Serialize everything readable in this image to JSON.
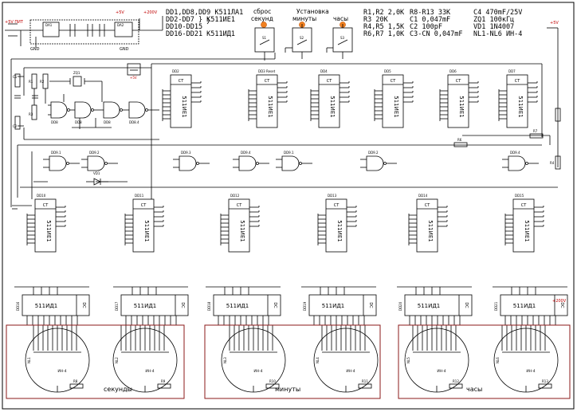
{
  "legend": {
    "left": [
      "DD1,DD8,DD9 К511ЛА1",
      "DD2-DD7  } К511ИЕ1",
      "DD10-DD15",
      "DD16-DD21 К511ИД1"
    ],
    "right_col1": [
      "R1,R2 2,0K",
      "R3 20K",
      "R4,R5 1,5K",
      "R6,R7 1,0K"
    ],
    "right_col2": [
      "R8-R13 33K",
      "C1 0,047mF",
      "C2 100pF",
      "C3-CN 0,047mF"
    ],
    "right_col3": [
      "C4 470mF/25V",
      "ZQ1 100кГц",
      "VD1 1N4007",
      "NL1-NL6 ИН-4"
    ]
  },
  "controls": {
    "reset": [
      "сброс",
      "секунд"
    ],
    "set": "Установка",
    "minutes": "минуты",
    "hours": "часы",
    "switches": [
      "S1",
      "S2",
      "S3"
    ]
  },
  "power": {
    "in_label": "+5V ПИТ",
    "v5": "+5V",
    "v200": "+200V",
    "gnd": "GND",
    "regulators": [
      "DA1",
      "DA2"
    ]
  },
  "chips": {
    "ct_label": "CT",
    "counter_type": "511ИЕ1",
    "decoder_type": "511ИД1",
    "counters_top": [
      "DD2",
      "DD3 Reset",
      "DD4",
      "DD5",
      "DD6",
      "DD7"
    ],
    "counters_bottom": [
      "DD10",
      "DD11",
      "DD12",
      "DD13",
      "DD14",
      "DD15"
    ],
    "decoders": [
      "DD16",
      "DD17",
      "DD18",
      "DD19",
      "DD20",
      "DD21"
    ],
    "gates_osc": [
      "DD8",
      "DD8",
      "DD8",
      "DD8.4"
    ],
    "gates_mid": [
      "DD9.1",
      "DD9.2",
      "DD9.3",
      "DD9.4",
      "DD9.1",
      "DD9.2",
      "DD9.4",
      "DD9.3"
    ],
    "crystal": "ZQ1",
    "diode": "VD1",
    "lamp": "ИН-4",
    "lamps": [
      "NL1",
      "NL2",
      "NL3",
      "NL4",
      "NL5",
      "NL6"
    ],
    "dc_label": "DC"
  },
  "passives": {
    "left_caps": [
      "C1",
      "C2"
    ],
    "left_res": [
      "R1",
      "R2",
      "R3"
    ],
    "res_right": [
      "R7",
      "R6",
      "R4"
    ],
    "anode_res": [
      "R8",
      "R9",
      "R10",
      "R11",
      "R12",
      "R13"
    ]
  },
  "groups": {
    "seconds": "секунды",
    "minutes": "минуты",
    "hours": "часы"
  }
}
